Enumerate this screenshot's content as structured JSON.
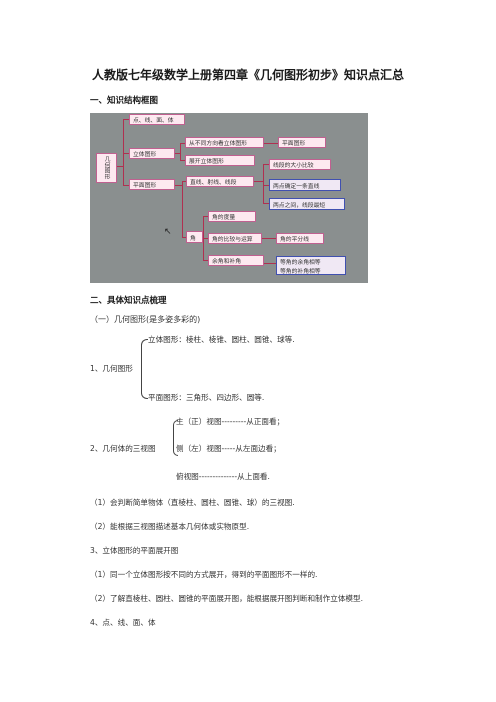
{
  "doc": {
    "title": "人教版七年级数学上册第四章《几何图形初步》知识点汇总",
    "section1": "一、知识结构框图",
    "section2": "二、具体知识点梳理",
    "sub1": "（一）几何图形(是多姿多彩的)",
    "solid": "立体图形：棱柱、棱锥、圆柱、圆锥、球等.",
    "item1": "1、几何图形",
    "plane": "平面图形：三角形、四边形、圆等.",
    "view_front": "主（正）视图---------从正面看；",
    "item2": "2、几何体的三视图",
    "view_side": "侧（左）视图-----从左面边看；",
    "view_top": "俯视图--------------从上面看.",
    "p1": "（1）会判断简单物体（直棱柱、圆柱、圆锥、球）的三视图.",
    "p2": "（2）能根据三视图描述基本几何体或实物原型.",
    "item3": "3、立体图形的平面展开图",
    "p3": "（1）同一个立体图形按不同的方式展开，得到的平面图形不一样的.",
    "p4": "（2）了解直棱柱、圆柱、圆锥的平面展开图，能根据展开图判断和制作立体模型.",
    "item4": "4、点、线、面、体"
  },
  "diagram": {
    "root": "几何图形",
    "n_points": "点、线、面、体",
    "n_solid": "立体图形",
    "n_views": "从不同方向看立体图形",
    "n_planefig": "平面图形",
    "n_unfold": "展开立体图形",
    "n_plane": "平面图形",
    "n_lines": "直线、射线、线段",
    "n_compare": "线段的大小比较",
    "n_twopoint": "两点确定一条直线",
    "n_shortest": "两点之间，线段最短",
    "n_angle": "角",
    "n_measure": "角的度量",
    "n_anglecmp": "角的比较与运算",
    "n_bisector": "角的平分线",
    "n_complement": "余角和补角",
    "n_equal1": "等角的余角相等",
    "n_equal2": "等角的补角相等"
  }
}
